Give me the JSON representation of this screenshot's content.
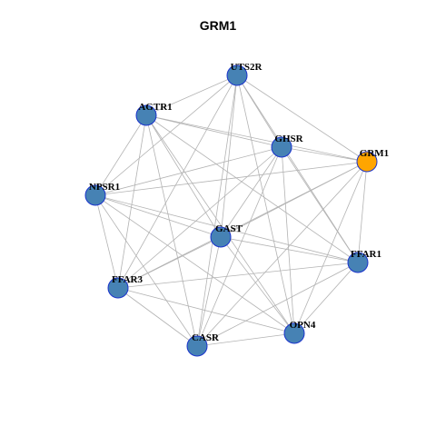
{
  "title": "GRM1",
  "colors": {
    "node_default": "#4682b4",
    "node_highlight": "#ffa500",
    "node_border": "#1a33cc",
    "edge": "#b3b3b3"
  },
  "network": {
    "nodes": [
      {
        "id": "UTS2R",
        "label": "UTS2R",
        "highlight": false
      },
      {
        "id": "AGTR1",
        "label": "AGTR1",
        "highlight": false
      },
      {
        "id": "GHSR",
        "label": "GHSR",
        "highlight": false
      },
      {
        "id": "GRM1",
        "label": "GRM1",
        "highlight": true
      },
      {
        "id": "NPSR1",
        "label": "NPSR1",
        "highlight": false
      },
      {
        "id": "GAST",
        "label": "GAST",
        "highlight": false
      },
      {
        "id": "FFAR1",
        "label": "FFAR1",
        "highlight": false
      },
      {
        "id": "FFAR3",
        "label": "FFAR3",
        "highlight": false
      },
      {
        "id": "OPN4",
        "label": "OPN4",
        "highlight": false
      },
      {
        "id": "CASR",
        "label": "CASR",
        "highlight": false
      }
    ],
    "edges": [
      [
        "UTS2R",
        "AGTR1"
      ],
      [
        "UTS2R",
        "GHSR"
      ],
      [
        "UTS2R",
        "GRM1"
      ],
      [
        "UTS2R",
        "NPSR1"
      ],
      [
        "UTS2R",
        "GAST"
      ],
      [
        "UTS2R",
        "FFAR1"
      ],
      [
        "UTS2R",
        "FFAR3"
      ],
      [
        "UTS2R",
        "OPN4"
      ],
      [
        "UTS2R",
        "CASR"
      ],
      [
        "AGTR1",
        "GHSR"
      ],
      [
        "AGTR1",
        "GRM1"
      ],
      [
        "AGTR1",
        "NPSR1"
      ],
      [
        "AGTR1",
        "GAST"
      ],
      [
        "AGTR1",
        "FFAR1"
      ],
      [
        "AGTR1",
        "FFAR3"
      ],
      [
        "AGTR1",
        "OPN4"
      ],
      [
        "AGTR1",
        "CASR"
      ],
      [
        "GHSR",
        "GRM1"
      ],
      [
        "GHSR",
        "NPSR1"
      ],
      [
        "GHSR",
        "GAST"
      ],
      [
        "GHSR",
        "FFAR1"
      ],
      [
        "GHSR",
        "FFAR3"
      ],
      [
        "GHSR",
        "OPN4"
      ],
      [
        "GHSR",
        "CASR"
      ],
      [
        "GRM1",
        "NPSR1"
      ],
      [
        "GRM1",
        "GAST"
      ],
      [
        "GRM1",
        "FFAR1"
      ],
      [
        "GRM1",
        "FFAR3"
      ],
      [
        "GRM1",
        "OPN4"
      ],
      [
        "GRM1",
        "CASR"
      ],
      [
        "NPSR1",
        "GAST"
      ],
      [
        "NPSR1",
        "FFAR1"
      ],
      [
        "NPSR1",
        "FFAR3"
      ],
      [
        "NPSR1",
        "OPN4"
      ],
      [
        "NPSR1",
        "CASR"
      ],
      [
        "GAST",
        "FFAR1"
      ],
      [
        "GAST",
        "FFAR3"
      ],
      [
        "GAST",
        "OPN4"
      ],
      [
        "GAST",
        "CASR"
      ],
      [
        "FFAR1",
        "FFAR3"
      ],
      [
        "FFAR1",
        "OPN4"
      ],
      [
        "FFAR1",
        "CASR"
      ],
      [
        "FFAR3",
        "OPN4"
      ],
      [
        "FFAR3",
        "CASR"
      ],
      [
        "OPN4",
        "CASR"
      ]
    ]
  }
}
